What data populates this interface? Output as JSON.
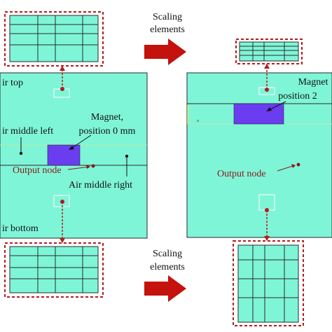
{
  "colors": {
    "mesh_fill": "#7ff5d8",
    "grid_line": "#2a2a2a",
    "highlight_line": "#b9e7a8",
    "magnet": "#6a3df0",
    "dashed_red": "#b31b1b",
    "arrow_red": "#c4120c",
    "label_text": "#111111",
    "output_text": "#8b1a1a"
  },
  "labels": {
    "scaling_top": [
      "Scaling",
      "elements"
    ],
    "scaling_bottom": [
      "Scaling",
      "elements"
    ],
    "air_top": "ir top",
    "air_middle_left": "ir middle left",
    "air_middle_right": "Air middle right",
    "air_bottom": "ir bottom",
    "magnet_left": [
      "Magnet,",
      "position 0 mm"
    ],
    "magnet_right": [
      "Magnet",
      "position 2"
    ],
    "output_node_left": "Output node",
    "output_node_right": "Output node",
    "tiny_x_mark": "x"
  }
}
